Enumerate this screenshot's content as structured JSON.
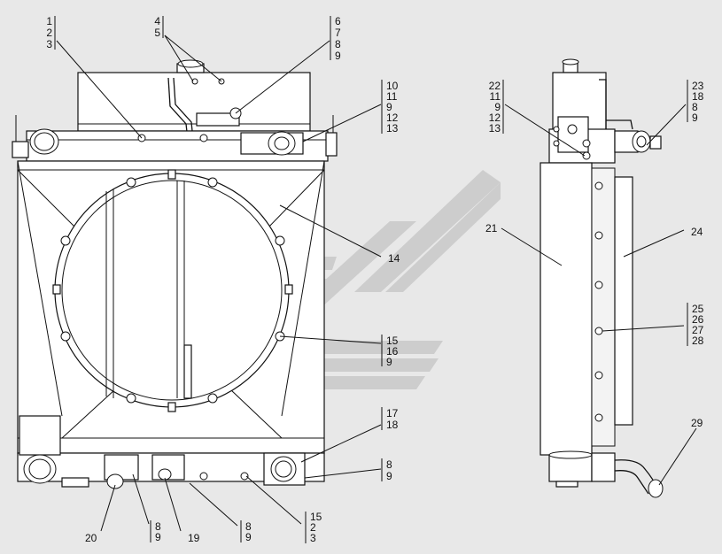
{
  "diagram": {
    "callouts": [
      {
        "id": "c1",
        "lines": [
          "1",
          "2",
          "3"
        ]
      },
      {
        "id": "c2",
        "lines": [
          "4",
          "5"
        ]
      },
      {
        "id": "c3",
        "lines": [
          "6",
          "7",
          "8",
          "9"
        ]
      },
      {
        "id": "c4",
        "lines": [
          "10",
          "11",
          "9",
          "12",
          "13"
        ]
      },
      {
        "id": "c5",
        "lines": [
          "14"
        ]
      },
      {
        "id": "c6",
        "lines": [
          "15",
          "16",
          "9"
        ]
      },
      {
        "id": "c7",
        "lines": [
          "17",
          "18"
        ]
      },
      {
        "id": "c8",
        "lines": [
          "8",
          "9"
        ]
      },
      {
        "id": "c9",
        "lines": [
          "15",
          "2",
          "3"
        ]
      },
      {
        "id": "c10",
        "lines": [
          "8",
          "9"
        ]
      },
      {
        "id": "c11",
        "lines": [
          "19"
        ]
      },
      {
        "id": "c12",
        "lines": [
          "8",
          "9"
        ]
      },
      {
        "id": "c13",
        "lines": [
          "20"
        ]
      },
      {
        "id": "c14",
        "lines": [
          "22",
          "11",
          "9",
          "12",
          "13"
        ]
      },
      {
        "id": "c15",
        "lines": [
          "23",
          "18",
          "8",
          "9"
        ]
      },
      {
        "id": "c16",
        "lines": [
          "21"
        ]
      },
      {
        "id": "c17",
        "lines": [
          "24"
        ]
      },
      {
        "id": "c18",
        "lines": [
          "25",
          "26",
          "27",
          "28"
        ]
      },
      {
        "id": "c19",
        "lines": [
          "29"
        ]
      }
    ],
    "colors": {
      "line": "#111111",
      "background": "#e8e8e8",
      "watermark": "#c9c9c9"
    }
  }
}
